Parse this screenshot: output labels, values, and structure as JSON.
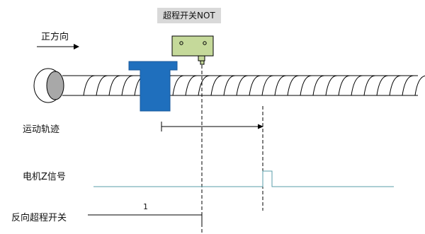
{
  "overtravel_switch": {
    "label": "超程开关NOT"
  },
  "direction": {
    "label": "正方向"
  },
  "motion": {
    "label": "运动轨迹"
  },
  "signals": {
    "z_signal": {
      "label": "电机Z信号"
    },
    "reverse_switch": {
      "label": "反向超程开关",
      "level_label": "1"
    }
  },
  "colors": {
    "switch_body": "#c5d99a",
    "switch_stem": "#c5d99a",
    "slider": "#1f6fbd",
    "slider_edge": "#1a5a9c",
    "z_signal_line": "#5a9ea8",
    "overtravel_bg": "#d9d9d9",
    "screw_end": "#a8a8a8",
    "line": "#000000"
  },
  "icons": {
    "direction_arrow": "arrow-right-icon"
  }
}
